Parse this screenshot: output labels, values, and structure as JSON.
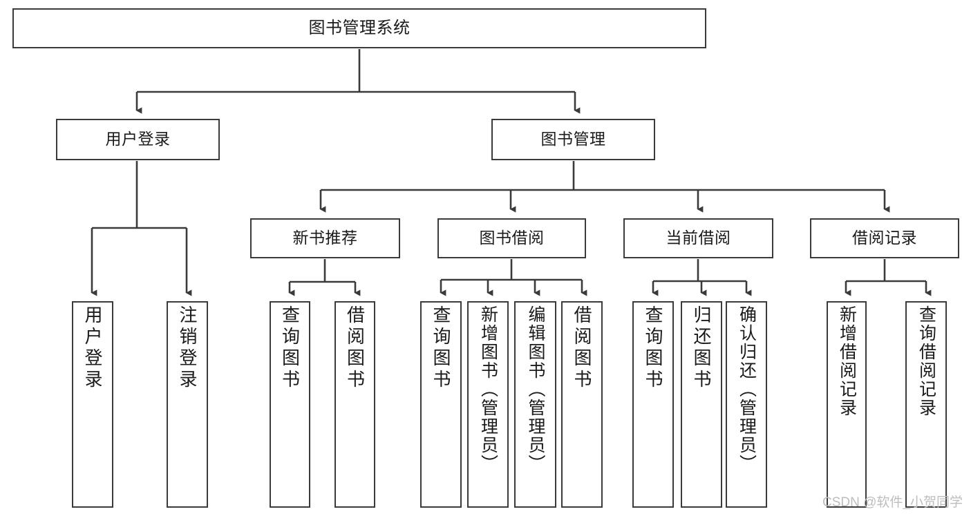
{
  "diagram": {
    "title": "图书管理系统",
    "watermark": "CSDN @软件_小贺同学",
    "colors": {
      "stroke": "#3a3a3a",
      "fill": "#ffffff",
      "text": "#1a1a1a",
      "watermark": "#bdbdbd"
    },
    "root": {
      "label": "图书管理系统"
    },
    "level2": [
      {
        "label": "用户登录"
      },
      {
        "label": "图书管理"
      }
    ],
    "level3": [
      {
        "label": "新书推荐"
      },
      {
        "label": "图书借阅"
      },
      {
        "label": "当前借阅"
      },
      {
        "label": "借阅记录"
      }
    ],
    "leaves": {
      "user_login": [
        {
          "label": "用户登录"
        },
        {
          "label": "注销登录"
        }
      ],
      "new_book": [
        {
          "label": "查询图书"
        },
        {
          "label": "借阅图书"
        }
      ],
      "book_borrow": [
        {
          "label": "查询图书"
        },
        {
          "label": "新增图书（管理员）"
        },
        {
          "label": "编辑图书（管理员）"
        },
        {
          "label": "借阅图书"
        }
      ],
      "current_borrow": [
        {
          "label": "查询图书"
        },
        {
          "label": "归还图书"
        },
        {
          "label": "确认归还（管理员）"
        }
      ],
      "borrow_record": [
        {
          "label": "新增借阅记录"
        },
        {
          "label": "查询借阅记录"
        }
      ]
    }
  }
}
